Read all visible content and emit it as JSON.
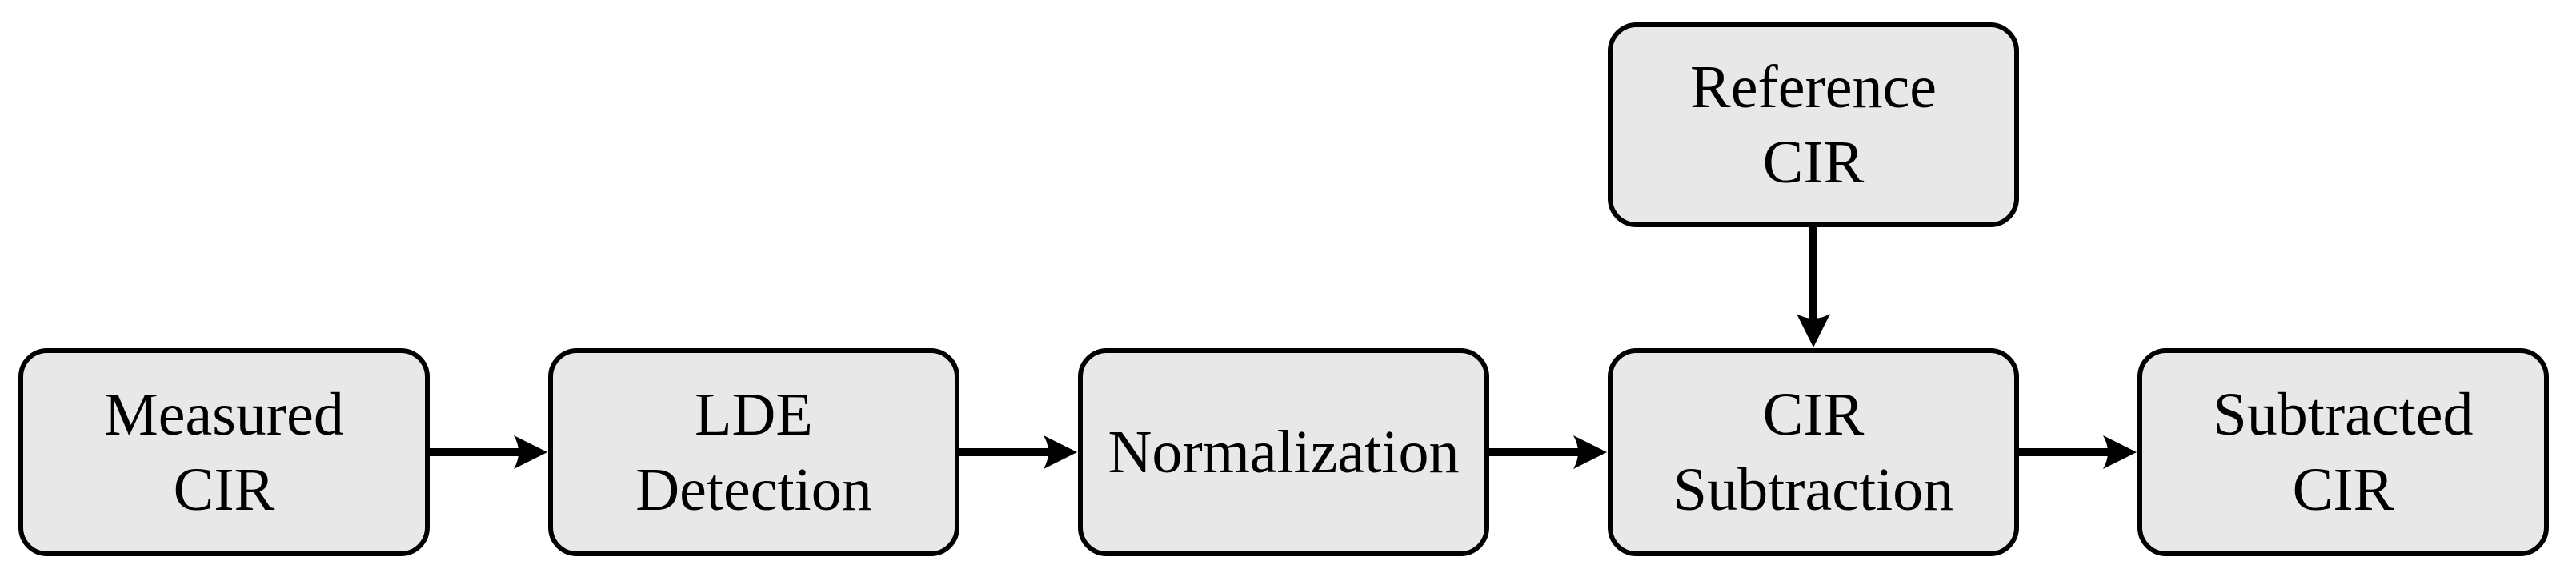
{
  "theme": {
    "box_fill": "#e8e8e8",
    "box_border": "#000000",
    "arrow_color": "#000000",
    "text_color": "#000000",
    "background": "#ffffff"
  },
  "diagram": {
    "nodes": [
      {
        "id": "measured-cir",
        "label": "Measured\nCIR"
      },
      {
        "id": "lde-detection",
        "label": "LDE\nDetection"
      },
      {
        "id": "normalization",
        "label": "Normalization"
      },
      {
        "id": "cir-subtraction",
        "label": "CIR\nSubtraction"
      },
      {
        "id": "subtracted-cir",
        "label": "Subtracted\nCIR"
      },
      {
        "id": "reference-cir",
        "label": "Reference\nCIR"
      }
    ],
    "edges": [
      {
        "from": "measured-cir",
        "to": "lde-detection"
      },
      {
        "from": "lde-detection",
        "to": "normalization"
      },
      {
        "from": "normalization",
        "to": "cir-subtraction"
      },
      {
        "from": "reference-cir",
        "to": "cir-subtraction"
      },
      {
        "from": "cir-subtraction",
        "to": "subtracted-cir"
      }
    ]
  }
}
